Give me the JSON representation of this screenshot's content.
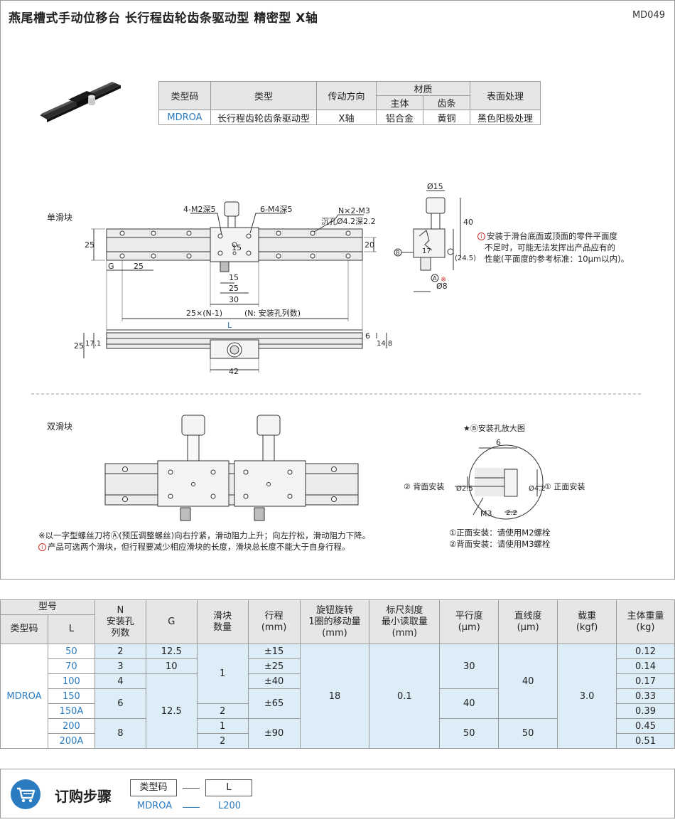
{
  "header": {
    "title": "燕尾槽式手动位移台  长行程齿轮齿条驱动型  精密型  X轴",
    "code": "MD049"
  },
  "spec_table": {
    "headers": [
      "类型码",
      "类型",
      "传动方向",
      "材质",
      "表面处理"
    ],
    "sub_headers": [
      "主体",
      "齿条"
    ],
    "row": [
      "MDROA",
      "长行程齿轮齿条驱动型",
      "X轴",
      "铝合金",
      "黄铜",
      "黑色阳极处理"
    ]
  },
  "drawing": {
    "single_label": "单滑块",
    "double_label": "双滑块",
    "dims": {
      "m2": "4-M2深5",
      "m4": "6-M4深5",
      "nm3": "N×2-M3",
      "csk": "沉孔Ø4.2深2.2",
      "d25": "25",
      "d15": "15",
      "d20": "20",
      "g": "G",
      "d25b": "25",
      "d15b": "15",
      "d25c": "25",
      "d30": "30",
      "pitch": "25×(N-1)",
      "pitch_note": "(N: 安装孔列数)",
      "l": "L",
      "h25": "25",
      "h171": "17.1",
      "h6": "6",
      "h148": "14.8",
      "w42": "42",
      "phi15": "Ø15",
      "s40": "40",
      "s245": "(24.5)",
      "s17": "17",
      "phi8": "Ø8",
      "a": "A",
      "b": "B",
      "mark": "※"
    },
    "side_note": [
      "安装于滑台底面或顶面的零件平面度",
      "不足时，可能无法发挥出产品应有的",
      "性能(平面度的参考标准：10μm以内)。"
    ],
    "detail_title": "★Ⓑ安装孔放大图",
    "detail_dims": {
      "six": "6",
      "phi25": "Ø2.5",
      "phi42": "Ø4.2",
      "m3": "M3",
      "d22": "2.2",
      "front": "① 正面安装",
      "back": "② 背面安装"
    },
    "detail_notes": [
      "①正面安装：请使用M2螺栓",
      "②背面安装：请使用M3螺栓"
    ],
    "notes": [
      "※以一字型螺丝刀将Ⓐ(预压调整螺丝)向右拧紧，滑动阻力上升；向左拧松，滑动阻力下降。",
      "产品可选两个滑块，但行程要减少相应滑块的长度，滑块总长度不能大于自身行程。"
    ]
  },
  "data_table": {
    "headers": {
      "model": "型号",
      "type_code": "类型码",
      "l": "L",
      "n": "N\n安装孔\n列数",
      "g": "G",
      "sliders": "滑块\n数量",
      "stroke": "行程\n(mm)",
      "knob": "旋钮旋转\n1圈的移动量\n(mm)",
      "scale": "标尺刻度\n最小读取量\n(mm)",
      "parallel": "平行度\n(μm)",
      "straight": "直线度\n(μm)",
      "load": "载重\n(kgf)",
      "weight": "主体重量\n(kg)"
    },
    "type_code": "MDROA",
    "l": [
      "50",
      "70",
      "100",
      "150",
      "150A",
      "200",
      "200A"
    ],
    "n": [
      "2",
      "3",
      "4",
      "6",
      "8"
    ],
    "g": [
      "12.5",
      "10",
      "12.5"
    ],
    "sliders": [
      "1",
      "2",
      "1",
      "2"
    ],
    "stroke": [
      "±15",
      "±25",
      "±40",
      "±65",
      "±90"
    ],
    "knob": "18",
    "scale": "0.1",
    "parallel": [
      "30",
      "40",
      "50"
    ],
    "straight": [
      "40",
      "50"
    ],
    "load": "3.0",
    "weight": [
      "0.12",
      "0.14",
      "0.17",
      "0.33",
      "0.39",
      "0.45",
      "0.51"
    ]
  },
  "order": {
    "title": "订购步骤",
    "box1": "类型码",
    "box2": "L",
    "val1": "MDROA",
    "val2": "L200"
  }
}
